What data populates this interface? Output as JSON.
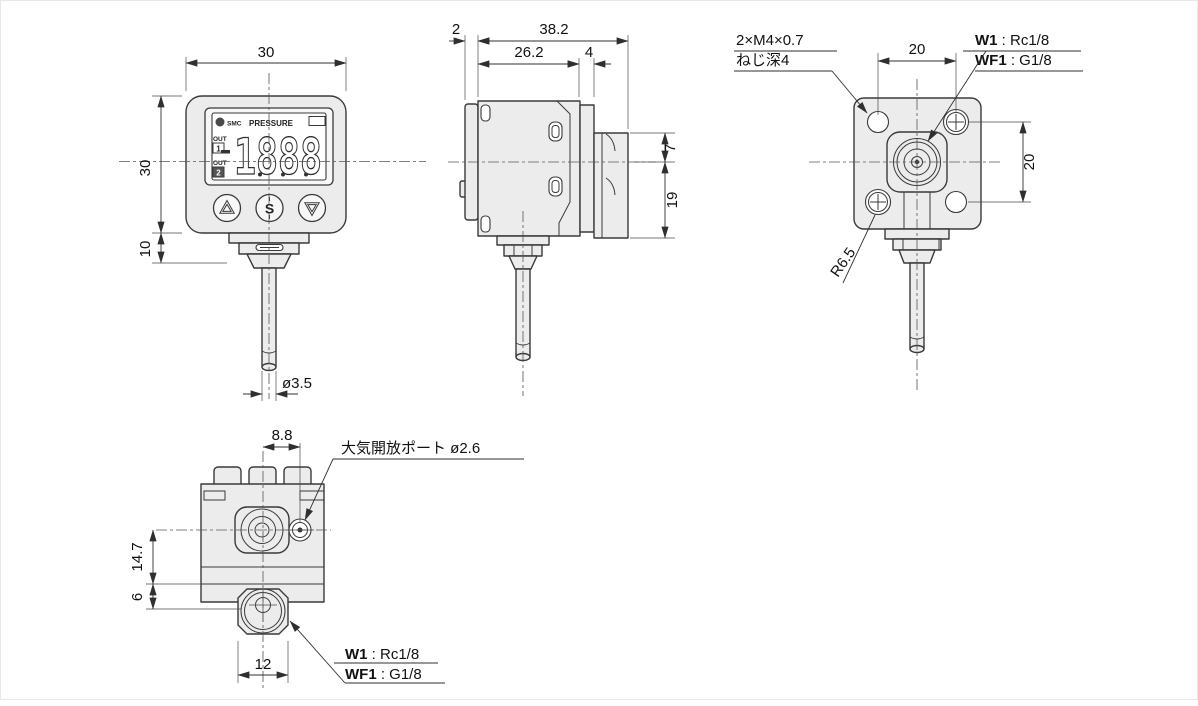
{
  "drawing": {
    "front": {
      "dim_width": "30",
      "dim_height": "30",
      "dim_connector": "10",
      "dim_cable": "ø3.5",
      "lcd": {
        "brand": "SMC",
        "title": "PRESSURE",
        "out1": "OUT",
        "out1_num": "1",
        "out2": "OUT",
        "out2_num": "2",
        "digits": "1888",
        "set_label": "S",
        "up_icon": "up-triangle",
        "down_icon": "down-triangle"
      }
    },
    "side": {
      "dim_front": "2",
      "dim_total": "38.2",
      "dim_body": "26.2",
      "dim_plate": "4",
      "dim_upper": "7",
      "dim_lower": "19"
    },
    "rear": {
      "note_thread_1": "2×M4×0.7",
      "note_thread_2": "ねじ深4",
      "dim_pitch_h": "20",
      "dim_pitch_v": "20",
      "note_radius": "R6.5",
      "w1": "W1",
      "w1_val": " : Rc1/8",
      "wf1": "WF1",
      "wf1_val": " : G1/8"
    },
    "bottom": {
      "dim_offset": "8.8",
      "dim_depth": "14.7",
      "dim_hex": "6",
      "dim_width": "12",
      "note_vent": "大気開放ポート ø2.6",
      "w1": "W1",
      "w1_val": " : Rc1/8",
      "wf1": "WF1",
      "wf1_val": " : G1/8"
    },
    "colors": {
      "outline": "#3a3a3a",
      "body_fill": "#ececec",
      "dimension_line": "#2f2f2f",
      "background": "#ffffff"
    }
  }
}
